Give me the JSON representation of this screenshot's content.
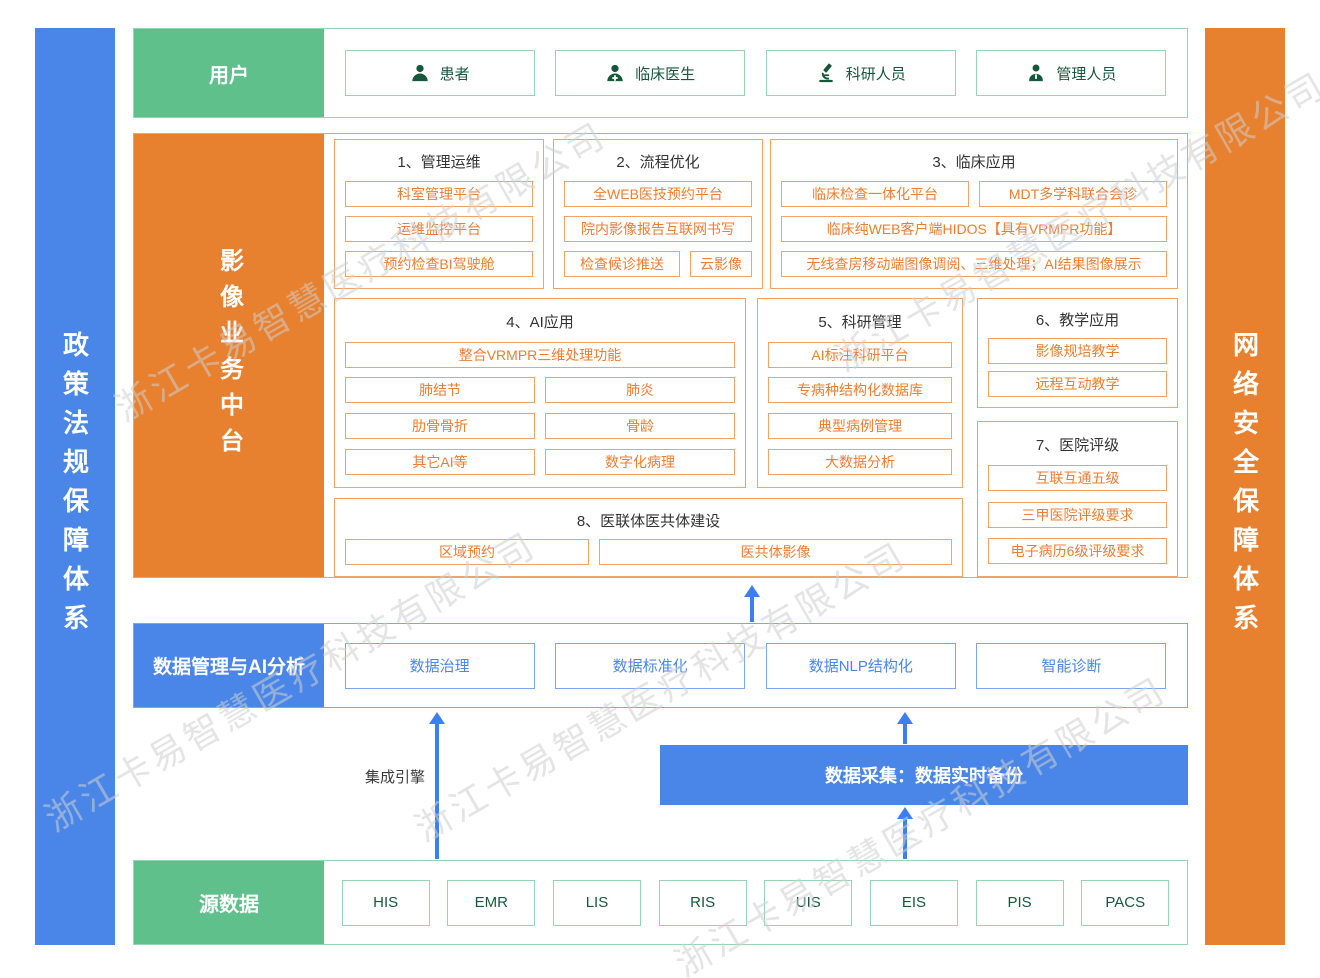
{
  "watermark": "浙江卡易智慧医疗科技有限公司",
  "colors": {
    "blue": "#4a86e8",
    "orange": "#e8812f",
    "green": "#5fc08b",
    "arrow_blue": "#3d7ef2",
    "orange_item_text": "#ed7d31",
    "green_item_text": "#17573b"
  },
  "left_bar": {
    "label": "政策法规保障体系"
  },
  "right_bar": {
    "label": "网络安全保障体系"
  },
  "users": {
    "title": "用户",
    "items": [
      {
        "icon": "patient-icon",
        "label": "患者"
      },
      {
        "icon": "doctor-icon",
        "label": "临床医生"
      },
      {
        "icon": "microscope-icon",
        "label": "科研人员"
      },
      {
        "icon": "admin-icon",
        "label": "管理人员"
      }
    ]
  },
  "platform": {
    "title": "影像业务中台",
    "groups": [
      {
        "title": "1、管理运维",
        "items": [
          "科室管理平台",
          "运维监控平台",
          "预约检查BI驾驶舱"
        ]
      },
      {
        "title": "2、流程优化",
        "items": [
          "全WEB医技预约平台",
          "院内影像报告互联网书写",
          "检查候诊推送",
          "云影像"
        ]
      },
      {
        "title": "3、临床应用",
        "items": [
          "临床检查一体化平台",
          "MDT多学科联合会诊",
          "临床纯WEB客户端HIDOS【具有VRMPR功能】",
          "无线查房移动端图像调阅、三维处理；AI结果图像展示"
        ]
      },
      {
        "title": "4、AI应用",
        "items": [
          "整合VRMPR三维处理功能",
          "肺结节",
          "肺炎",
          "肋骨骨折",
          "骨龄",
          "其它AI等",
          "数字化病理"
        ]
      },
      {
        "title": "5、科研管理",
        "items": [
          "AI标注科研平台",
          "专病种结构化数据库",
          "典型病例管理",
          "大数据分析"
        ]
      },
      {
        "title": "6、教学应用",
        "items": [
          "影像规培教学",
          "远程互动教学"
        ]
      },
      {
        "title": "7、医院评级",
        "items": [
          "互联互通五级",
          "三甲医院评级要求",
          "电子病历6级评级要求"
        ]
      },
      {
        "title": "8、医联体医共体建设",
        "items": [
          "区域预约",
          "医共体影像"
        ]
      }
    ]
  },
  "data_mgmt": {
    "title": "数据管理与AI分析",
    "items": [
      "数据治理",
      "数据标准化",
      "数据NLP结构化",
      "智能诊断"
    ]
  },
  "integration": {
    "label": "集成引擎"
  },
  "collection_bar": {
    "label": "数据采集：数据实时备份"
  },
  "source": {
    "title": "源数据",
    "items": [
      "HIS",
      "EMR",
      "LIS",
      "RIS",
      "UIS",
      "EIS",
      "PIS",
      "PACS"
    ]
  }
}
